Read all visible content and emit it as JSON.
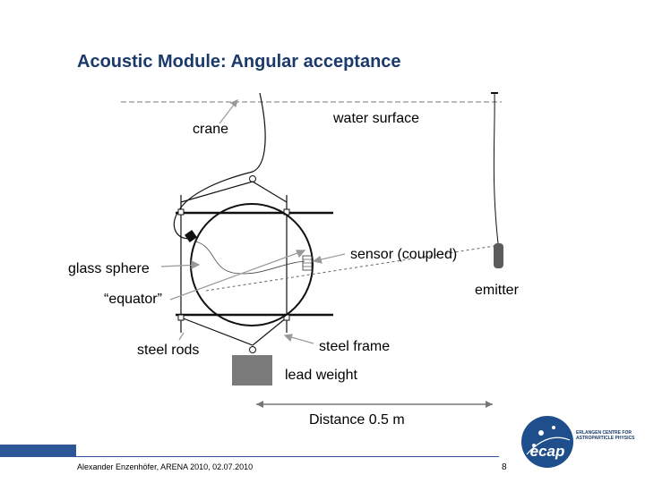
{
  "slide": {
    "title": "Acoustic Module: Angular acceptance"
  },
  "labels": {
    "crane": "crane",
    "water_surface": "water surface",
    "glass_sphere": "glass sphere",
    "equator": "“equator”",
    "sensor": "sensor (coupled)",
    "emitter": "emitter",
    "steel_rods": "steel rods",
    "steel_frame": "steel frame",
    "lead_weight": "lead weight",
    "distance": "Distance 0.5 m"
  },
  "footer": {
    "author": "Alexander Enzenhöfer, ARENA 2010, 02.07.2010",
    "page": "8"
  },
  "logo": {
    "name": "ecap",
    "text": "ERLANGEN CENTRE FOR ASTROPARTICLE PHYSICS"
  },
  "colors": {
    "title": "#1b3a6b",
    "accent": "#2e5597",
    "logo_blue": "#1f4e8c"
  }
}
